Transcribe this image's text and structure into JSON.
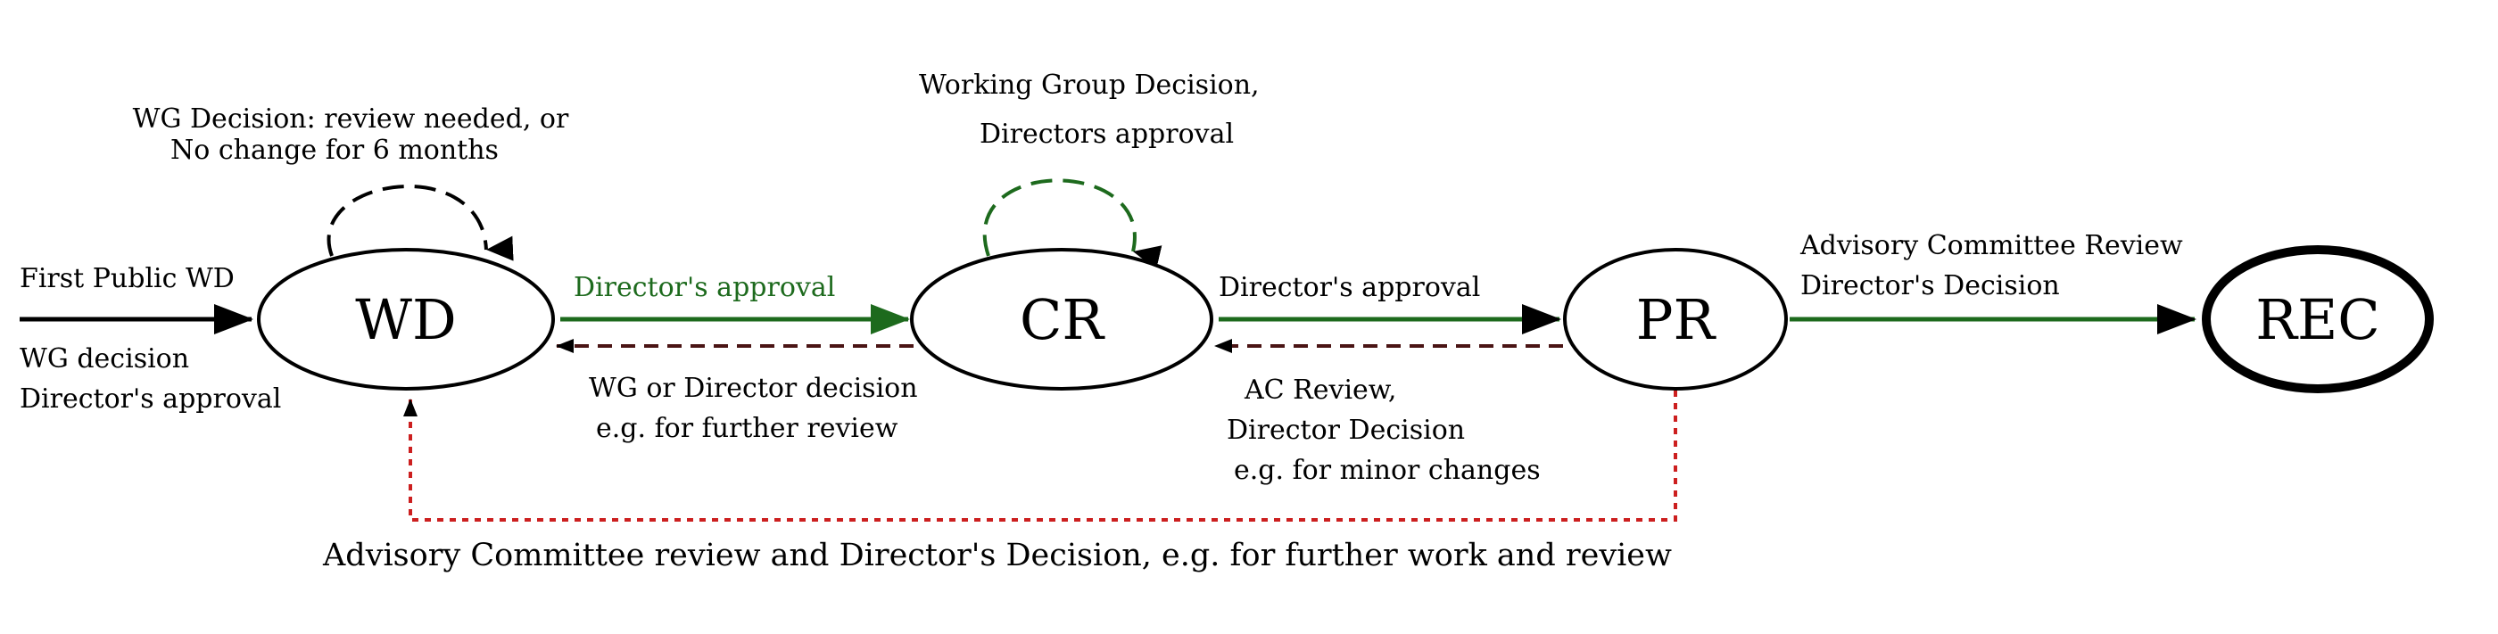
{
  "nodes": {
    "wd": "WD",
    "cr": "CR",
    "pr": "PR",
    "rec": "REC"
  },
  "labels": {
    "entry_line1": "First Public WD",
    "entry_below_1": "WG decision",
    "entry_below_2": "Director's approval",
    "wd_loop_1": "WG Decision: review needed, or",
    "wd_loop_2": "No change for 6 months",
    "wd_to_cr": "Director's approval",
    "cr_to_wd_1": "WG or Director decision",
    "cr_to_wd_2": "e.g. for further review",
    "cr_loop_1": "Working Group Decision,",
    "cr_loop_2": "Directors approval",
    "cr_to_pr": "Director's approval",
    "pr_to_cr_1": "AC Review,",
    "pr_to_cr_2": "Director Decision",
    "pr_to_cr_3": "e.g. for minor changes",
    "pr_to_rec_1": "Advisory Committee Review",
    "pr_to_rec_2": "Director's Decision",
    "pr_to_wd": "Advisory Committee review and Director's Decision, e.g. for further work and review"
  },
  "colors": {
    "black": "#000000",
    "green": "#1d6a1d",
    "dark_red": "#4a1414",
    "red": "#cc1f1f"
  }
}
